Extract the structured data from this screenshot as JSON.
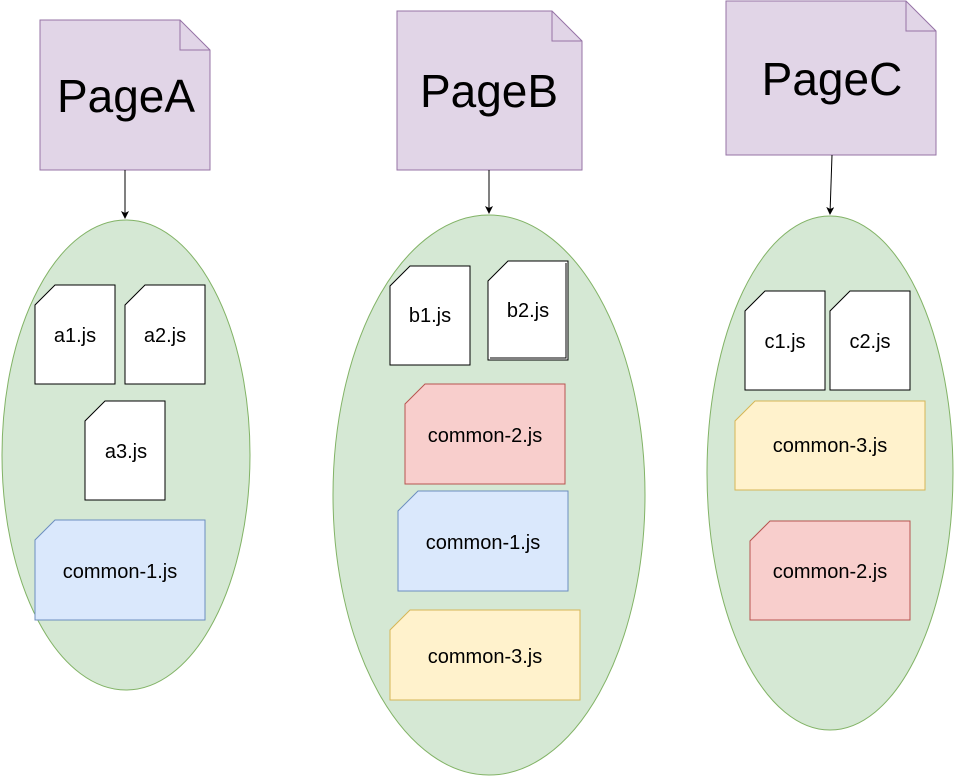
{
  "pages": [
    {
      "title": "PageA",
      "files": [
        {
          "label": "a1.js",
          "color": "#ffffff"
        },
        {
          "label": "a2.js",
          "color": "#ffffff"
        },
        {
          "label": "a3.js",
          "color": "#ffffff"
        },
        {
          "label": "common-1.js",
          "color": "#dae8fc"
        }
      ]
    },
    {
      "title": "PageB",
      "files": [
        {
          "label": "b1.js",
          "color": "#ffffff"
        },
        {
          "label": "b2.js",
          "color": "#ffffff"
        },
        {
          "label": "common-2.js",
          "color": "#f8cecc"
        },
        {
          "label": "common-1.js",
          "color": "#dae8fc"
        },
        {
          "label": "common-3.js",
          "color": "#fff2cc"
        }
      ]
    },
    {
      "title": "PageC",
      "files": [
        {
          "label": "c1.js",
          "color": "#ffffff"
        },
        {
          "label": "c2.js",
          "color": "#ffffff"
        },
        {
          "label": "common-3.js",
          "color": "#fff2cc"
        },
        {
          "label": "common-2.js",
          "color": "#f8cecc"
        }
      ]
    }
  ],
  "colors": {
    "page_fill": "#e1d5e7",
    "page_stroke": "#9673a6",
    "group_fill": "#d5e8d4",
    "group_stroke": "#82b366",
    "common1_stroke": "#6c8ebf",
    "common2_stroke": "#b85450",
    "common3_stroke": "#d6b656",
    "file_stroke": "#000000"
  }
}
